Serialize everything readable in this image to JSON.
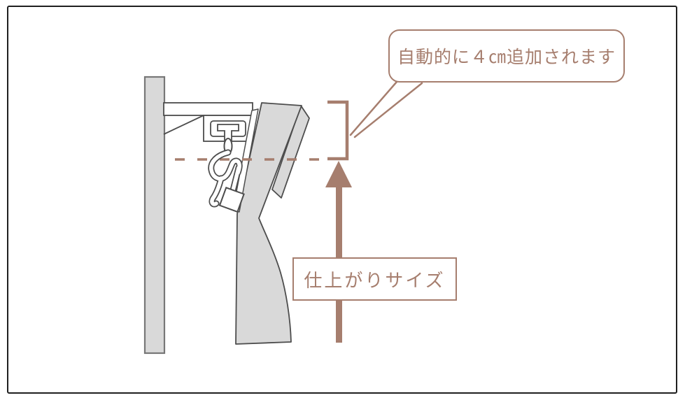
{
  "diagram": {
    "title_hint": "curtain-finished-size-diagram",
    "callout": {
      "text": "自動的に４㎝追加されます"
    },
    "size_label": {
      "text": "仕上がりサイズ"
    },
    "colors": {
      "accent": "#a67e6e",
      "curtain_fill": "#d9d9d9",
      "outline": "#4d4d4d",
      "frame": "#1f1f1f"
    },
    "parts": {
      "wall": "wall",
      "rail_bracket": "curtain-rail-bracket",
      "runner": "runner-glider",
      "hook": "curtain-hook",
      "curtain": "curtain-panel",
      "dashed_line": "finished-height-dashed-line",
      "range_bracket": "added-length-bracket",
      "arrow": "finished-size-arrow"
    }
  }
}
